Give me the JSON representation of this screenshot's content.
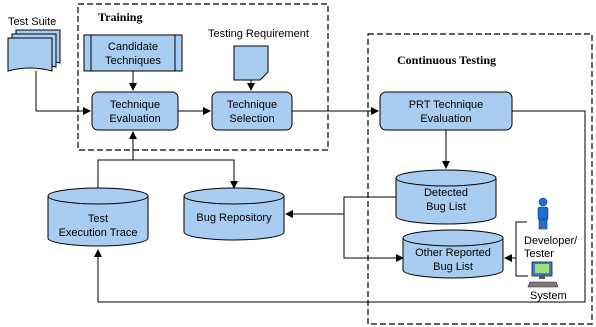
{
  "regions": {
    "training": "Training",
    "continuous_testing": "Continuous Testing"
  },
  "inputs": {
    "test_suite": "Test Suite",
    "testing_requirement": "Testing Requirement"
  },
  "nodes": {
    "candidate_techniques": [
      "Candidate",
      "Techniques"
    ],
    "technique_evaluation": [
      "Technique",
      "Evaluation"
    ],
    "technique_selection": [
      "Technique",
      "Selection"
    ],
    "prt_technique_evaluation": [
      "PRT Technique",
      "Evaluation"
    ],
    "detected_bug_list": [
      "Detected",
      "Bug List"
    ],
    "other_reported_bug_list": [
      "Other Reported",
      "Bug List"
    ],
    "bug_repository": "Bug Repository",
    "test_execution_trace": [
      "Test",
      "Execution Trace"
    ]
  },
  "actors": {
    "developer_tester": [
      "Developer/",
      "Tester"
    ],
    "system": "System"
  },
  "colors": {
    "node_fill": "#a9cdf0",
    "outline": "#000000",
    "person_icon": "#1f6fd0"
  }
}
